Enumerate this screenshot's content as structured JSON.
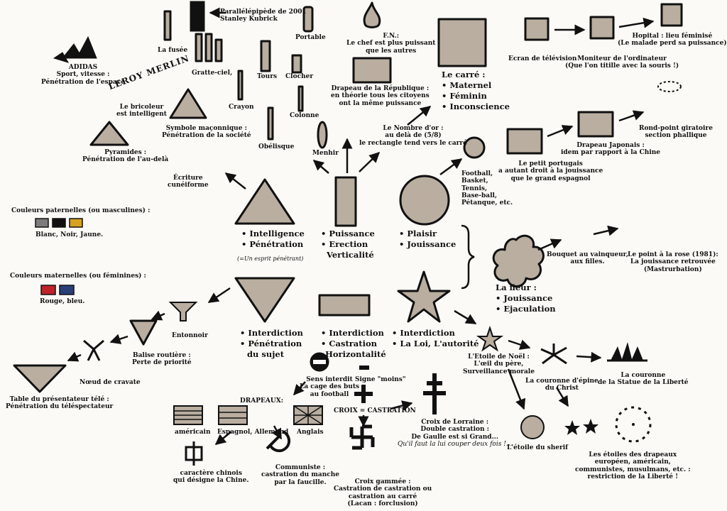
{
  "colors": {
    "shape_fill": "#b9aea0",
    "stroke": "#111111",
    "red": "#c0222a",
    "blue": "#2a3f7a",
    "yellow": "#d6a21f",
    "grey": "#7c7c7c",
    "black": "#111111"
  },
  "labels": {
    "monolith": [
      "Parallélépipède de 2001",
      "Stanley Kubrick"
    ],
    "fusee": [
      "La fusée"
    ],
    "gratte_ciel": [
      "Gratte-ciel,"
    ],
    "portable": [
      "Portable"
    ],
    "tours": [
      "Tours"
    ],
    "clocher": [
      "Clocher"
    ],
    "crayon": [
      "Crayon"
    ],
    "colonne": [
      "Colonne"
    ],
    "obelisque": [
      "Obélisque"
    ],
    "menhir": [
      "Menhir"
    ],
    "adidas": [
      "ADIDAS",
      "Sport, vitesse :",
      "Pénétration de l'espace"
    ],
    "leroy_merlin_logo": "LEROY MERLIN",
    "bricoleur": [
      "Le bricoleur",
      "est intelligent"
    ],
    "maconnique": [
      "Symbole maçonnique :",
      "Pénétration de la société"
    ],
    "pyramides": [
      "Pyramides :",
      "Pénétration de l'au-delà"
    ],
    "ecriture": [
      "Écriture",
      "cunéiforme"
    ],
    "fn": [
      "F.N.:",
      "Le chef est plus puissant",
      "que les autres"
    ],
    "drapeau_rep": [
      "Drapeau de la République :",
      "en théorie tous les citoyens",
      "ont la même puissance"
    ],
    "nombre_or": [
      "Le Nombre d'or :",
      "au delà de (5/8)",
      "le rectangle tend vers le carré"
    ],
    "carre_title": "Le carré :",
    "carre_items": [
      "Maternel",
      "Féminin",
      "Inconscience"
    ],
    "tv": [
      "Ecran de télévision"
    ],
    "moniteur": [
      "Moniteur de l'ordinateur",
      "(Que l'on titille avec la souris !)"
    ],
    "hopital": [
      "Hopital : lieu féminisé",
      "(Le malade perd sa puissance)"
    ],
    "drapeau_japonais": [
      "Drapeau Japonais :",
      "idem par rapport à la Chine"
    ],
    "rond_point": [
      "Rond-point giratoire",
      "section phallique"
    ],
    "petit_portugais": [
      "Le petit portugais",
      "a autant droit à la jouissance",
      "que le grand espagnol"
    ],
    "sports": [
      "Football,",
      "Basket,",
      "Tennis,",
      "Base-ball,",
      "Pétanque, etc."
    ],
    "couleurs_paternelles": [
      "Couleurs paternelles (ou masculines) :"
    ],
    "couleurs_paternelles_list": [
      "Blanc, Noir, Jaune."
    ],
    "couleurs_maternelles": [
      "Couleurs maternelles (ou féminines) :"
    ],
    "couleurs_maternelles_list": [
      "Rouge, bleu."
    ],
    "triangle_up_items": [
      "Intelligence",
      "Pénétration"
    ],
    "triangle_up_note": "(=Un esprit pénétrant)",
    "rect_vert_items": [
      "Puissance",
      "Erection",
      "Verticalité"
    ],
    "circle_items": [
      "Plaisir",
      "Jouissance"
    ],
    "fleur_title": "La fleur :",
    "fleur_items": [
      "Jouissance",
      "Ejaculation"
    ],
    "bouquet": [
      "Bouquet au vainqueur,",
      "aux filles."
    ],
    "point_rose": [
      "Le point à la rose (1981):",
      "La jouissance retrouvée",
      "(Mastrurbation)"
    ],
    "triangle_down_items": [
      "Interdiction",
      "Pénétration"
    ],
    "triangle_down_tail": "du sujet",
    "rect_horiz_items": [
      "Interdiction",
      "Castration"
    ],
    "rect_horiz_tail": "Horizontalité",
    "star_items": [
      "Interdiction",
      "La Loi, L'autorité"
    ],
    "entonnoir": [
      "Entonnoir"
    ],
    "balise": [
      "Balise routière :",
      "Perte de priorité"
    ],
    "noeud": [
      "Nœud de cravate"
    ],
    "table_tele": [
      "Table du présentateur télé :",
      "Pénétration du téléspectateur"
    ],
    "sens_interdit": [
      "Sens interdit",
      "La cage des buts",
      "au football"
    ],
    "signe_moins": [
      "Signe \"moins\""
    ],
    "croix_castration": "CROIX = CASTRATION",
    "drapeaux_title": "DRAPEAUX:",
    "americain": "américain",
    "espagnol": "Espagnol, Allemand",
    "anglais": "Anglais",
    "croix_lorraine": [
      "Croix de Lorraine :",
      "Double castration :",
      "De Gaulle est si Grand..."
    ],
    "croix_lorraine_quote": "Qu'il faut la lui couper deux fois !...",
    "caractere_chinois": [
      "caractère chinois",
      "qui désigne la Chine."
    ],
    "communiste": [
      "Communiste :",
      "castration du manche",
      "par la faucille."
    ],
    "croix_gammee": [
      "Croix gammée :",
      "Castration de castration ou",
      "castration au carré",
      "(Lacan : forclusion)"
    ],
    "etoile_noel": [
      "L'Etoile de Noël :",
      "L'œil du père,",
      "Surveillance morale"
    ],
    "couronne_epine": [
      "La couronne d'épine",
      "du Christ"
    ],
    "couronne_liberte": [
      "La couronne",
      "de la Statue de la Liberté"
    ],
    "etoile_sherif": [
      "L'étoile du sherif"
    ],
    "etoiles_drapeaux": [
      "Les étoiles des drapeaux",
      "européen, américain,",
      "communistes, musulmans, etc. :",
      "restriction de la Liberté !"
    ]
  }
}
